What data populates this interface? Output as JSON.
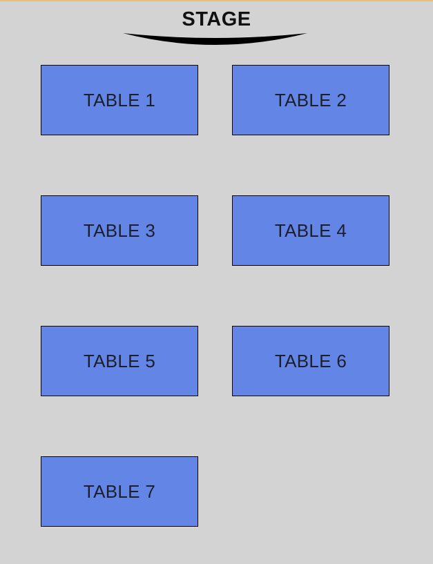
{
  "stage": {
    "label": "STAGE"
  },
  "tables": [
    {
      "label": "TABLE 1"
    },
    {
      "label": "TABLE 2"
    },
    {
      "label": "TABLE 3"
    },
    {
      "label": "TABLE 4"
    },
    {
      "label": "TABLE 5"
    },
    {
      "label": "TABLE 6"
    },
    {
      "label": "TABLE 7"
    }
  ],
  "colors": {
    "background": "#d3d3d3",
    "table_fill": "#6386e6",
    "table_border": "#000000",
    "text": "#1c1f2a",
    "stage_arc": "#000000",
    "top_border": "#e3c07a"
  }
}
